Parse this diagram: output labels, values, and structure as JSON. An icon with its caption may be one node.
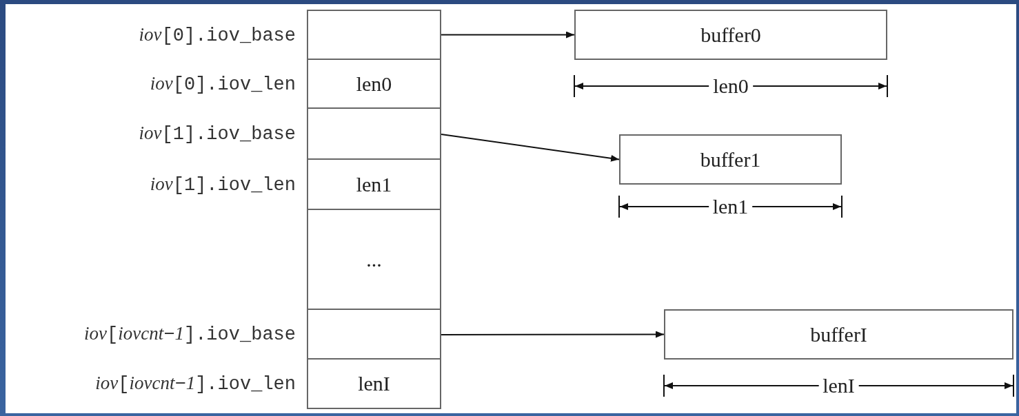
{
  "diagram": {
    "nodes": [
      {
        "text": [],
        "shape": "box",
        "beside": [
          "*iov*[0].iov_base"
        ]
      },
      {
        "text": [
          "len0"
        ],
        "beside": [
          "*iov*[0].iov_len"
        ]
      },
      {
        "text": [],
        "shape": "box",
        "beside": [
          "*iov*[1].iov_base"
        ]
      },
      {
        "text": [
          "len1"
        ],
        "beside": [
          "*iov*[1].iov_len"
        ]
      },
      {
        "text": [
          "..."
        ]
      },
      {
        "text": [],
        "shape": "box",
        "beside": [
          "*iov*[*iovcnt*−*1*].iov_base"
        ]
      },
      {
        "text": [
          "lenI"
        ],
        "beside": [
          "*iov*[*iovcnt*−*1*].iov_len"
        ]
      },
      {
        "text": [
          "buffer0"
        ]
      },
      {
        "text": [
          "buffer1"
        ]
      },
      {
        "text": [
          "bufferI"
        ]
      }
    ],
    "edges": [
      {
        "from": 0,
        "to": 7,
        "arrow": "to"
      },
      {
        "from": 2,
        "to": 8,
        "arrow": "to"
      },
      {
        "from": 5,
        "to": 9,
        "arrow": "to"
      }
    ],
    "labels": [
      "len0",
      "len1",
      "lenI"
    ]
  }
}
